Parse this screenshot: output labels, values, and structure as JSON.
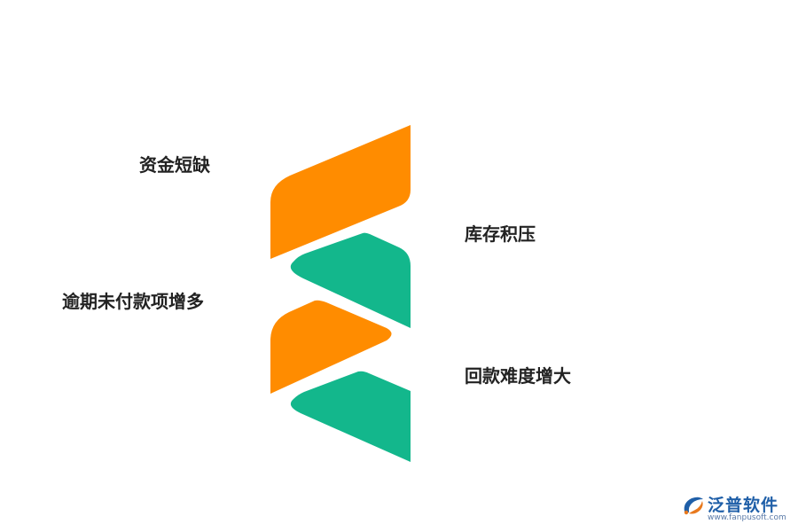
{
  "diagram": {
    "items": [
      {
        "label": "资金短缺",
        "color": "#FF8C00"
      },
      {
        "label": "库存积压",
        "color": "#13B78C"
      },
      {
        "label": "逾期未付款项增多",
        "color": "#FF8C00"
      },
      {
        "label": "回款难度增大",
        "color": "#13B78C"
      }
    ]
  },
  "logo": {
    "name": "泛普软件",
    "url": "www.fanpusoft.com",
    "icon": "fanpu-logo-icon"
  }
}
